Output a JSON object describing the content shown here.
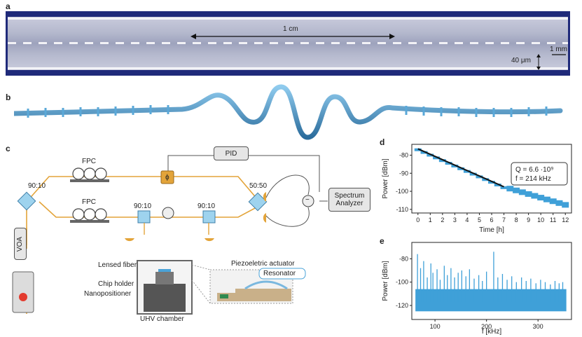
{
  "panels": {
    "a": "a",
    "b": "b",
    "c": "c",
    "d": "d",
    "e": "e"
  },
  "panel_a": {
    "scale_cm": "1 cm",
    "scale_mm": "1 mm",
    "width_label": "40 μm"
  },
  "panel_c": {
    "fpc_top": "FPC",
    "fpc_bottom": "FPC",
    "split_left": "90:10",
    "split_mid_left": "90:10",
    "split_mid_right": "90:10",
    "split_right": "50:50",
    "phase": "ϕ",
    "pid": "PID",
    "spectrum_analyzer": "Spectrum Analyzer",
    "voa": "VOA",
    "lensed_fiber": "Lensed fiber",
    "chip_holder": "Chip holder",
    "nanopositioner": "Nanopositioner",
    "uhv_chamber": "UHV chamber",
    "piezo": "Piezoeletric actuator",
    "resonator": "Resonator",
    "minus": "−"
  },
  "chart_data": [
    {
      "type": "scatter",
      "panel": "d",
      "xlabel": "Time [h]",
      "ylabel": "Power [dBm]",
      "xlim": [
        -0.5,
        12.5
      ],
      "ylim": [
        -112,
        -74
      ],
      "xticks": [
        "0",
        "1",
        "2",
        "3",
        "4",
        "5",
        "6",
        "7",
        "8",
        "9",
        "10",
        "11",
        "12"
      ],
      "yticks": [
        "-80",
        "-90",
        "-100",
        "-110"
      ],
      "ytick_values": [
        -80,
        -90,
        -100,
        -110
      ],
      "annotation": [
        "Q = 6.6 ·10⁹",
        "f = 214 kHz"
      ],
      "series": [
        {
          "color": "#3fa0d8",
          "x": [
            0,
            0.5,
            1,
            1.5,
            2,
            2.5,
            3,
            3.5,
            4,
            4.5,
            5,
            5.5,
            6,
            6.5,
            7,
            7.5,
            8,
            8.5,
            9,
            9.5,
            10,
            10.5,
            11,
            11.5,
            12
          ],
          "y": [
            -77,
            -78.5,
            -80,
            -81.5,
            -83,
            -84.5,
            -86,
            -87.5,
            -89,
            -90.5,
            -92,
            -93.5,
            -95,
            -96.5,
            -98,
            -98.5,
            -99.5,
            -100.5,
            -101.5,
            -102.5,
            -103.5,
            -104.5,
            -105.5,
            -106.5,
            -107.5
          ]
        },
        {
          "color": "#111111",
          "x": [
            0,
            7
          ],
          "y": [
            -76.5,
            -97.5
          ]
        }
      ]
    },
    {
      "type": "line",
      "panel": "e",
      "xlabel": "f [kHz]",
      "ylabel": "Power [dBm]",
      "xlim": [
        55,
        365
      ],
      "ylim": [
        -132,
        -66
      ],
      "xticks": [
        "100",
        "200",
        "300"
      ],
      "xtick_values": [
        100,
        200,
        300
      ],
      "yticks": [
        "-80",
        "-100",
        "-120"
      ],
      "ytick_values": [
        -80,
        -100,
        -120
      ],
      "series": [
        {
          "color": "#3fa0d8",
          "noise_floor": -117,
          "noise_band": [
            -125,
            -106
          ],
          "peaks_x": [
            66,
            72,
            78,
            85,
            92,
            96,
            104,
            110,
            118,
            124,
            131,
            138,
            145,
            152,
            160,
            167,
            176,
            185,
            192,
            200,
            214,
            222,
            231,
            240,
            249,
            258,
            268,
            277,
            286,
            296,
            305,
            314,
            324,
            333,
            341,
            348
          ],
          "peaks_y": [
            -76,
            -88,
            -82,
            -96,
            -84,
            -92,
            -89,
            -98,
            -86,
            -94,
            -88,
            -96,
            -92,
            -90,
            -95,
            -89,
            -97,
            -94,
            -99,
            -91,
            -74,
            -96,
            -93,
            -98,
            -95,
            -100,
            -96,
            -99,
            -97,
            -101,
            -98,
            -100,
            -102,
            -99,
            -101,
            -100
          ]
        }
      ]
    }
  ]
}
